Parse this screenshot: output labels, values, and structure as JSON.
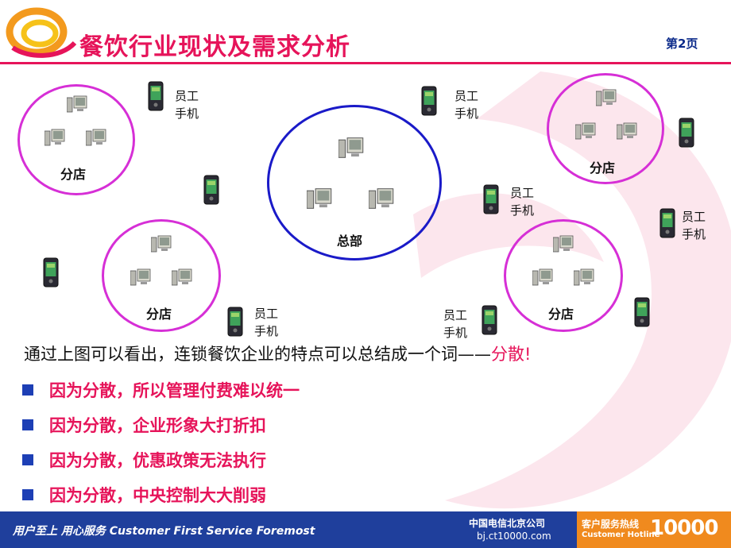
{
  "header": {
    "title": "餐饮行业现状及需求分析",
    "page": "第2页"
  },
  "diagram": {
    "hq_label": "总部",
    "branch_label": "分店",
    "phone_label_line1": "员工",
    "phone_label_line2": "手机"
  },
  "summary": {
    "prefix": "通过上图可以看出，连锁餐饮企业的特点可以总结成一个词——",
    "keyword": "分散",
    "suffix": "!"
  },
  "bullets": [
    "因为分散，所以管理付费难以统一",
    "因为分散，企业形象大打折扣",
    "因为分散，优惠政策无法执行",
    "因为分散，中央控制大大削弱"
  ],
  "footer": {
    "slogan": "用户至上  用心服务  Customer First Service Foremost",
    "company": "中国电信北京公司",
    "url": "bj.ct10000.com",
    "hotline_cn": "客户服务热线",
    "hotline_en": "Customer Hotline",
    "hotline_number": "10000"
  },
  "colors": {
    "accent": "#e6145a",
    "branch_circle": "#d62fd6",
    "hq_circle": "#1a1ac8",
    "footer": "#1f3f9c",
    "hotline": "#f08a1e"
  },
  "icons": {
    "computer": "computer-icon",
    "phone": "mobile-phone-icon",
    "logo": "china-telecom-logo"
  }
}
